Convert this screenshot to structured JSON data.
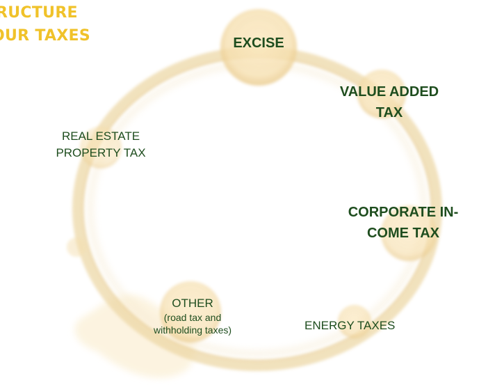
{
  "title": {
    "line1": "RUCTURE",
    "line2": "OUR TAXES"
  },
  "labels": {
    "excise": "EXCISE",
    "vat_line1": "VALUE ADDED",
    "vat_line2": "TAX",
    "cit_line1": "CORPORATE IN-",
    "cit_line2": "COME TAX",
    "energy": "ENERGY TAXES",
    "other_main": "OTHER",
    "other_sub1": "(road tax and",
    "other_sub2": "withholding taxes)",
    "realestate_line1": "REAL ESTATE",
    "realestate_line2": "PROPERTY TAX"
  },
  "colors": {
    "title": "#f0c22a",
    "label": "#1e4d1e",
    "ring": "#edd9a8",
    "blob": "#f8e4b4"
  }
}
